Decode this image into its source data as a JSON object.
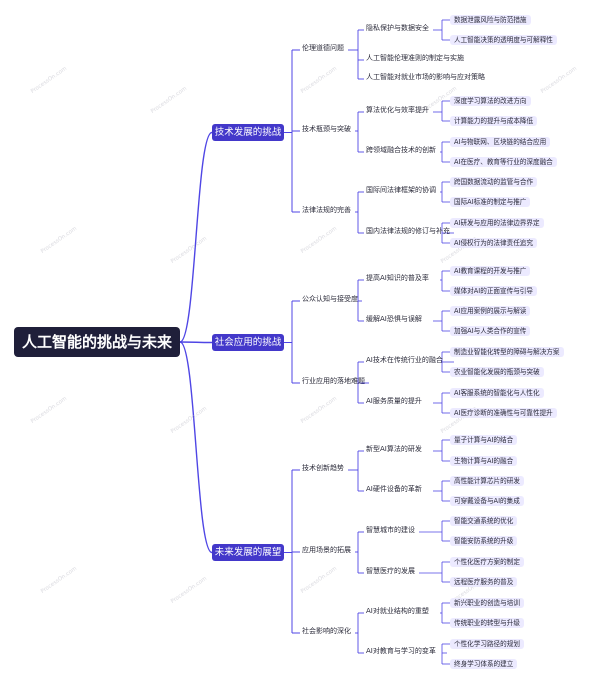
{
  "watermark": "ProcessOn.com",
  "colors": {
    "root_bg": "#1f1f3a",
    "branch_bg": "#4338ca",
    "leaf_bg": "#eceaff",
    "edge": "#4f46e5"
  },
  "root": {
    "label": "人工智能的挑战与未来"
  },
  "branches": [
    {
      "label": "技术发展的挑战",
      "children": [
        {
          "label": "伦理道德问题",
          "children": [
            {
              "label": "隐私保护与数据安全",
              "children": [
                {
                  "label": "数据泄露风险与防范措施"
                },
                {
                  "label": "人工智能决策的透明度与可解释性"
                }
              ]
            },
            {
              "label": "人工智能伦理准则的制定与实施",
              "children": []
            },
            {
              "label": "人工智能对就业市场的影响与应对策略",
              "children": []
            }
          ]
        },
        {
          "label": "技术瓶颈与突破",
          "children": [
            {
              "label": "算法优化与效率提升",
              "children": [
                {
                  "label": "深度学习算法的改进方向"
                },
                {
                  "label": "计算能力的提升与成本降低"
                }
              ]
            },
            {
              "label": "跨领域融合技术的创新",
              "children": [
                {
                  "label": "AI与物联网、区块链的结合应用"
                },
                {
                  "label": "AI在医疗、教育等行业的深度融合"
                }
              ]
            }
          ]
        },
        {
          "label": "法律法规的完善",
          "children": [
            {
              "label": "国际间法律框架的协调",
              "children": [
                {
                  "label": "跨国数据流动的监管与合作"
                },
                {
                  "label": "国际AI标准的制定与推广"
                }
              ]
            },
            {
              "label": "国内法律法规的修订与补充",
              "children": [
                {
                  "label": "AI研发与应用的法律边界界定"
                },
                {
                  "label": "AI侵权行为的法律责任追究"
                }
              ]
            }
          ]
        }
      ]
    },
    {
      "label": "社会应用的挑战",
      "children": [
        {
          "label": "公众认知与接受度",
          "children": [
            {
              "label": "提高AI知识的普及率",
              "children": [
                {
                  "label": "AI教育课程的开发与推广"
                },
                {
                  "label": "媒体对AI的正面宣传与引导"
                }
              ]
            },
            {
              "label": "缓解AI恐惧与误解",
              "children": [
                {
                  "label": "AI应用案例的展示与解读"
                },
                {
                  "label": "加强AI与人类合作的宣传"
                }
              ]
            }
          ]
        },
        {
          "label": "行业应用的落地难题",
          "children": [
            {
              "label": "AI技术在传统行业的融合",
              "children": [
                {
                  "label": "制造业智能化转型的障碍与解决方案"
                },
                {
                  "label": "农业智能化发展的瓶颈与突破"
                }
              ]
            },
            {
              "label": "AI服务质量的提升",
              "children": [
                {
                  "label": "AI客服系统的智能化与人性化"
                },
                {
                  "label": "AI医疗诊断的准确性与可靠性提升"
                }
              ]
            }
          ]
        }
      ]
    },
    {
      "label": "未来发展的展望",
      "children": [
        {
          "label": "技术创新趋势",
          "children": [
            {
              "label": "新型AI算法的研发",
              "children": [
                {
                  "label": "量子计算与AI的结合"
                },
                {
                  "label": "生物计算与AI的融合"
                }
              ]
            },
            {
              "label": "AI硬件设备的革新",
              "children": [
                {
                  "label": "高性能计算芯片的研发"
                },
                {
                  "label": "可穿戴设备与AI的集成"
                }
              ]
            }
          ]
        },
        {
          "label": "应用场景的拓展",
          "children": [
            {
              "label": "智慧城市的建设",
              "children": [
                {
                  "label": "智能交通系统的优化"
                },
                {
                  "label": "智能安防系统的升级"
                }
              ]
            },
            {
              "label": "智慧医疗的发展",
              "children": [
                {
                  "label": "个性化医疗方案的制定"
                },
                {
                  "label": "远程医疗服务的普及"
                }
              ]
            }
          ]
        },
        {
          "label": "社会影响的深化",
          "children": [
            {
              "label": "AI对就业结构的重塑",
              "children": [
                {
                  "label": "新兴职业的创造与培训"
                },
                {
                  "label": "传统职业的转型与升级"
                }
              ]
            },
            {
              "label": "AI对教育与学习的变革",
              "children": [
                {
                  "label": "个性化学习路径的规划"
                },
                {
                  "label": "终身学习体系的建立"
                }
              ]
            }
          ]
        }
      ]
    }
  ]
}
